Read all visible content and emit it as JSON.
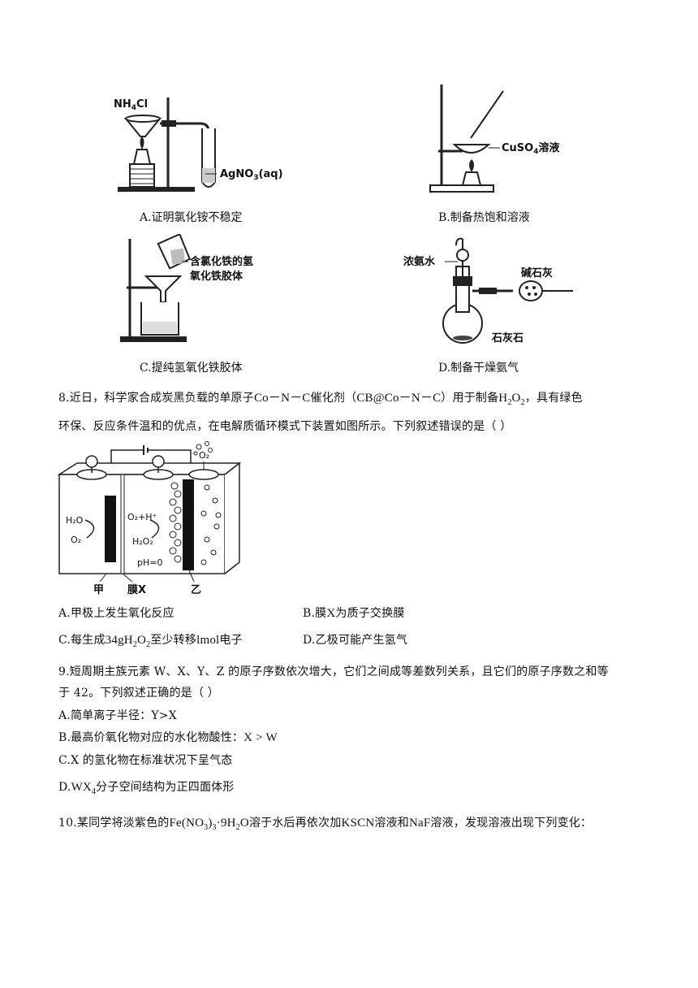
{
  "figures": {
    "a": {
      "label_top": "NH",
      "label_top_sub": "4",
      "label_top_tail": "Cl",
      "label_side": "AgNO",
      "label_side_sub": "3",
      "label_side_tail": "(aq)",
      "caption": "A.证明氯化铵不稳定"
    },
    "b": {
      "label": "CuSO",
      "label_sub": "4",
      "label_tail": "溶液",
      "caption": "B.制备热饱和溶液"
    },
    "c": {
      "label_line1": "含氯化铁的氢",
      "label_line2": "氧化铁胶体",
      "caption": "C.提纯氢氧化铁胶体"
    },
    "d": {
      "label_left": "浓氨水",
      "label_right": "碱石灰",
      "label_bottom": "石灰石",
      "caption": "D.制备干燥氨气"
    }
  },
  "q8": {
    "line1_a": "8.近日，科学家合成炭黑负载的单原子",
    "line1_b": "Co－N－C",
    "line1_c": "催化剂（",
    "line1_d": "CB@Co－N－C",
    "line1_e": "）用于制备",
    "line1_f": "H",
    "line1_f_sub": "2",
    "line1_g": "O",
    "line1_g_sub": "2",
    "line1_h": "，具有绿色",
    "line2": "环保、反应条件温和的优点，在电解质循环模式下装置如图所示。下列叙述错误的是（        ）",
    "diagram": {
      "left_top": "H₂O",
      "left_bottom": "O₂",
      "mid_top": "O₂+H⁺",
      "mid_bottom": "H₂O₂",
      "ph": "pH=0",
      "o2_top": "O₂",
      "label_jia": "甲",
      "label_membrane": "膜X",
      "label_yi": "乙"
    },
    "options": {
      "a": "A.甲极上发生氧化反应",
      "b_pre": "B.膜",
      "b_x": "X",
      "b_post": "为质子交换膜",
      "c_pre": "C.每生成",
      "c_mass": "34gH",
      "c_sub1": "2",
      "c_o": "O",
      "c_sub2": "2",
      "c_post": "至少转移",
      "c_num": "lmol",
      "c_end": "电子",
      "d": "D.乙极可能产生氢气"
    }
  },
  "q9": {
    "line1": "9.短周期主族元素 W、X、Y、Z 的原子序数依次增大，它们之间成等差数列关系，且它们的原子序数之和等",
    "line2": "于 42。下列叙述正确的是（        ）",
    "opt_a": "A.简单离子半径：Y>X",
    "opt_b_pre": "B.最高价氧化物对应的水化物酸性：",
    "opt_b_expr": "X > W",
    "opt_c": "C.X 的氢化物在标准状况下呈气态",
    "opt_d_pre": "D.",
    "opt_d_formula": "WX",
    "opt_d_sub": "4",
    "opt_d_post": "分子空间结构为正四面体形"
  },
  "q10": {
    "pre": "10.某同学将淡紫色的",
    "formula_a": "Fe",
    "formula_b": "(NO",
    "formula_sub": "3",
    "formula_c": ")",
    "formula_sub2": "3",
    "formula_d": "·9H",
    "formula_sub3": "2",
    "formula_e": "O",
    "mid": "溶于水后再依次加",
    "kscn": "KSCN",
    "mid2": "溶液和",
    "naf": "NaF",
    "post": "溶液，发现溶液出现下列变化："
  }
}
